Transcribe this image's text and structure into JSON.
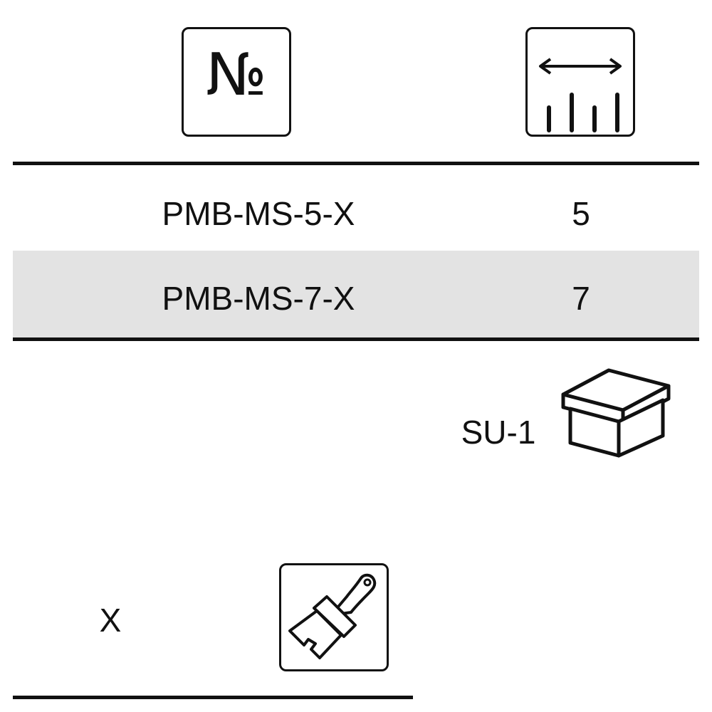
{
  "header": {
    "number_icon": "numero-icon",
    "width_icon": "width-ruler-icon",
    "number_glyph": "№"
  },
  "table": {
    "rows": [
      {
        "code": "PMB-MS-5-X",
        "size": "5",
        "shaded": false
      },
      {
        "code": "PMB-MS-7-X",
        "size": "7",
        "shaded": true
      }
    ],
    "row_shade_color": "#e3e3e3"
  },
  "package": {
    "label": "SU-1",
    "icon": "box-icon"
  },
  "finish": {
    "label": "X",
    "icon": "paint-brush-icon"
  }
}
